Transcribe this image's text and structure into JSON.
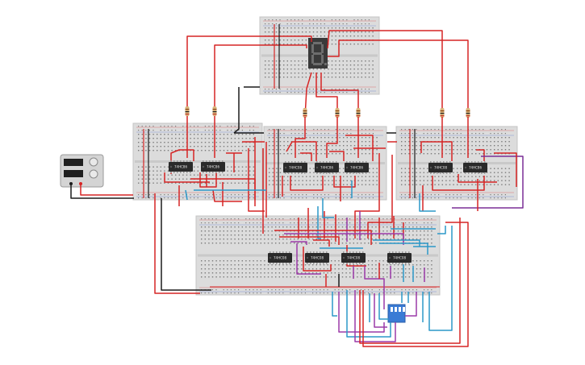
{
  "colors": {
    "background": "#ffffff",
    "breadboard": "#dcdcdc",
    "breadboard_edge": "#c4c4c4",
    "hole": "#7a7a7a",
    "rail_red": "#d94b4b",
    "rail_blue": "#5b7bd6",
    "wire_red": "#d62525",
    "wire_black": "#1c1c1c",
    "wire_cyan": "#2c98c8",
    "wire_magenta": "#9b3aa8",
    "wire_purple": "#7a2f96",
    "chip": "#2a2a2a",
    "resistor_body": "#d9b37a",
    "seven_segment_body": "#3a3a3a",
    "seven_segment_glyph": "#6a6a6a",
    "dip_switch": "#3a7bd5",
    "power_supply": "#cfcfcf"
  },
  "chips": [
    {
      "label": "74HC86"
    },
    {
      "label": "74HC86"
    },
    {
      "label": "74HC08"
    },
    {
      "label": "74HC86"
    },
    {
      "label": "74HC86"
    },
    {
      "label": "74HC08"
    },
    {
      "label": "74HC86"
    },
    {
      "label": "74HC08"
    },
    {
      "label": "74HC08"
    },
    {
      "label": "74HC08"
    },
    {
      "label": "74HC08"
    }
  ],
  "seven_segment": {
    "digit": "8."
  },
  "dip_switch": {
    "positions": 4
  }
}
